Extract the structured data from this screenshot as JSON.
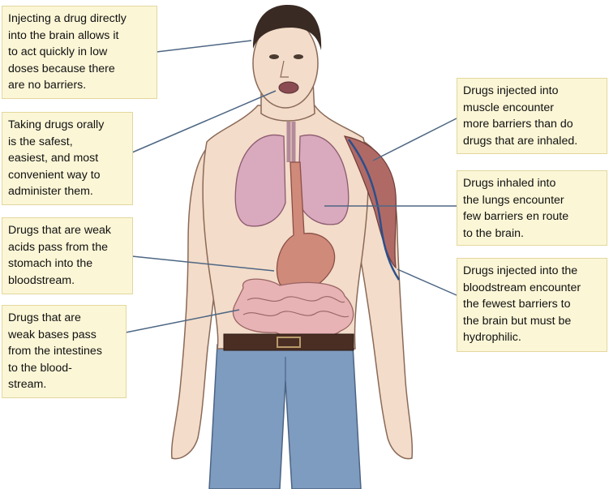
{
  "callouts": {
    "brain": "Injecting a drug directly\ninto the brain allows it\nto act quickly in low\ndoses  because there\nare no barriers.",
    "oral": "Taking drugs orally\nis the safest,\neasiest, and most\nconvenient way to\nadminister them.",
    "stomach": "Drugs that are weak\nacids pass from the\nstomach into the\nbloodstream.",
    "intestine": "Drugs that are\nweak bases pass\nfrom the intestines\nto the blood-\nstream.",
    "muscle": "Drugs injected into\nmuscle encounter\nmore barriers than do\ndrugs that are inhaled.",
    "lungs": "Drugs inhaled into\nthe lungs encounter\nfew barriers en route\nto the brain.",
    "bloodstream": "Drugs injected into the\nbloodstream encounter\nthe fewest barriers to\nthe brain but must be\nhydrophilic."
  },
  "colors": {
    "box_fill": "#fbf6d6",
    "skin": "#f3dcc9",
    "hair": "#3a2a24",
    "lungs": "#d9a9bd",
    "stomach": "#cf8a7a",
    "intestines": "#e7b3b4",
    "muscle": "#b06a66",
    "jeans": "#7e9bc0",
    "belt": "#4a2e24"
  }
}
